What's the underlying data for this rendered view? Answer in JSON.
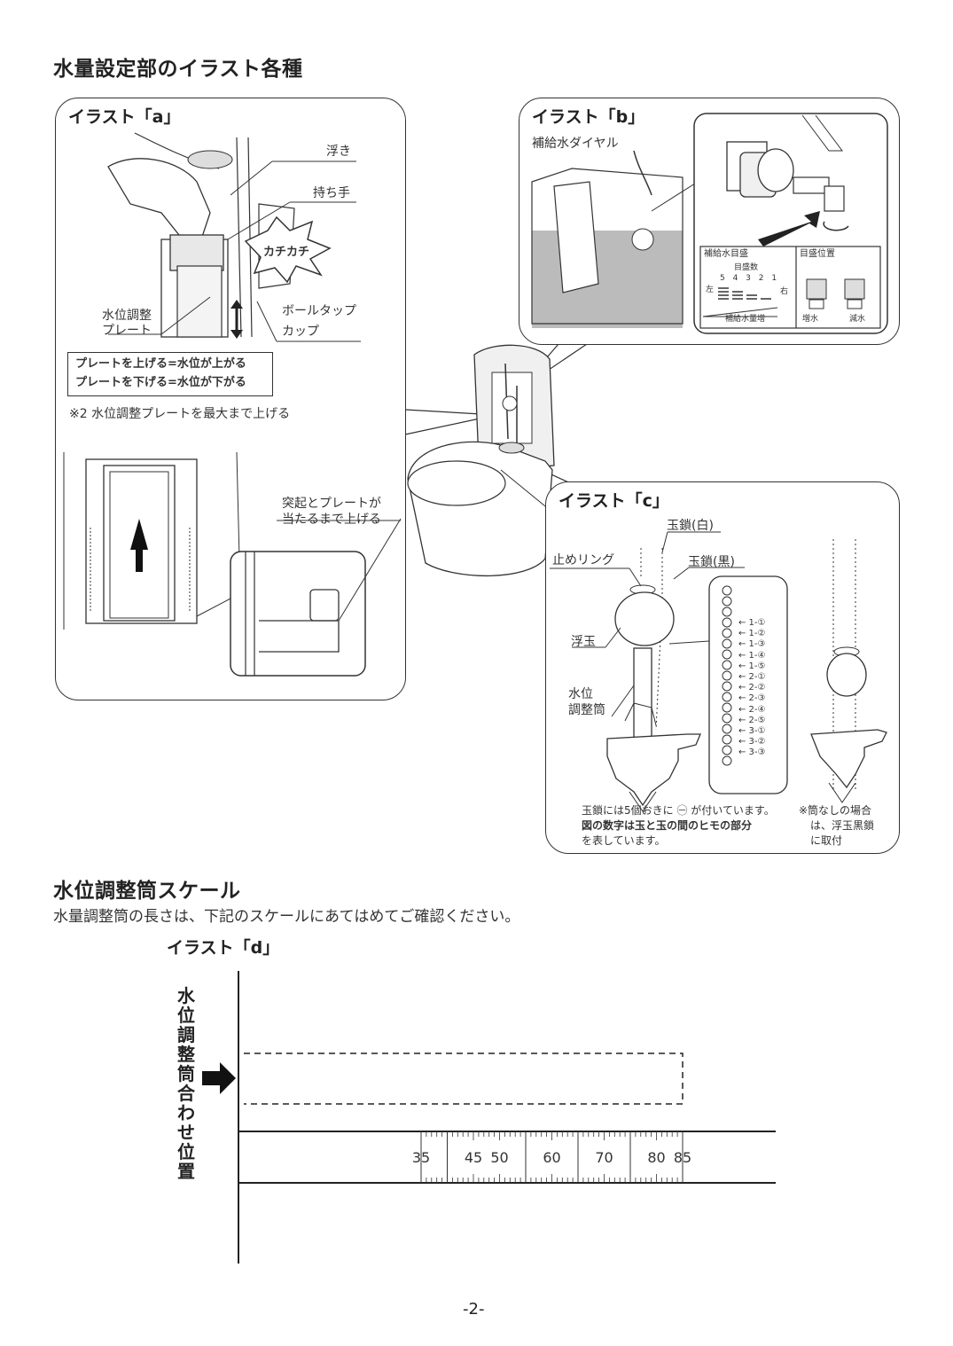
{
  "page_title": "水量設定部のイラスト各種",
  "panel_a": {
    "title": "イラスト「a」",
    "label_float": "浮き",
    "label_handle": "持ち手",
    "label_click": "カチカチ",
    "label_plate_1": "水位調整",
    "label_plate_2": "プレート",
    "label_cup_1": "ボールタップ",
    "label_cup_2": "カップ",
    "rule_up": "プレートを上げる=水位が上がる",
    "rule_down": "プレートを下げる=水位が下がる",
    "note": "※2 水位調整プレートを最大まで上げる",
    "raise_1": "突起とプレートが",
    "raise_2": "当たるまで上げる"
  },
  "panel_b": {
    "title": "イラスト「b」",
    "dial_label": "補給水ダイヤル",
    "scale_title": "補給水目盛",
    "position_title": "目盛位置",
    "scale_count": "目盛数",
    "scale_numbers": "5 4 3 2 1",
    "left": "左",
    "right": "右",
    "increase_label": "補給水量増",
    "more_water": "増水",
    "less_water": "減水"
  },
  "panel_c": {
    "title": "イラスト「c」",
    "chain_white": "玉鎖(白)",
    "stop_ring": "止めリング",
    "chain_black": "玉鎖(黒)",
    "float_ball": "浮玉",
    "tube_1": "水位",
    "tube_2": "調整筒",
    "chain_marks": [
      "1-①",
      "1-②",
      "1-③",
      "1-④",
      "1-⑤",
      "2-①",
      "2-②",
      "2-③",
      "2-④",
      "2-⑤",
      "3-①",
      "3-②",
      "3-③"
    ],
    "note_1": "玉鎖には5個おきに ㊀ が付いています。",
    "note_2": "図の数字は玉と玉の間のヒモの部分",
    "note_3": "を表しています。",
    "side_note_1": "※筒なしの場合",
    "side_note_2": "は、浮玉黒鎖",
    "side_note_3": "に取付"
  },
  "scale_section": {
    "title": "水位調整筒スケール",
    "description": "水量調整筒の長さは、下記のスケールにあてはめてご確認ください。",
    "illust_label": "イラスト「d」",
    "vertical_label": "水位調整筒合わせ位置",
    "tick_labels": [
      "35",
      "45",
      "50",
      "60",
      "70",
      "80",
      "85"
    ]
  },
  "page_number": "-2-"
}
